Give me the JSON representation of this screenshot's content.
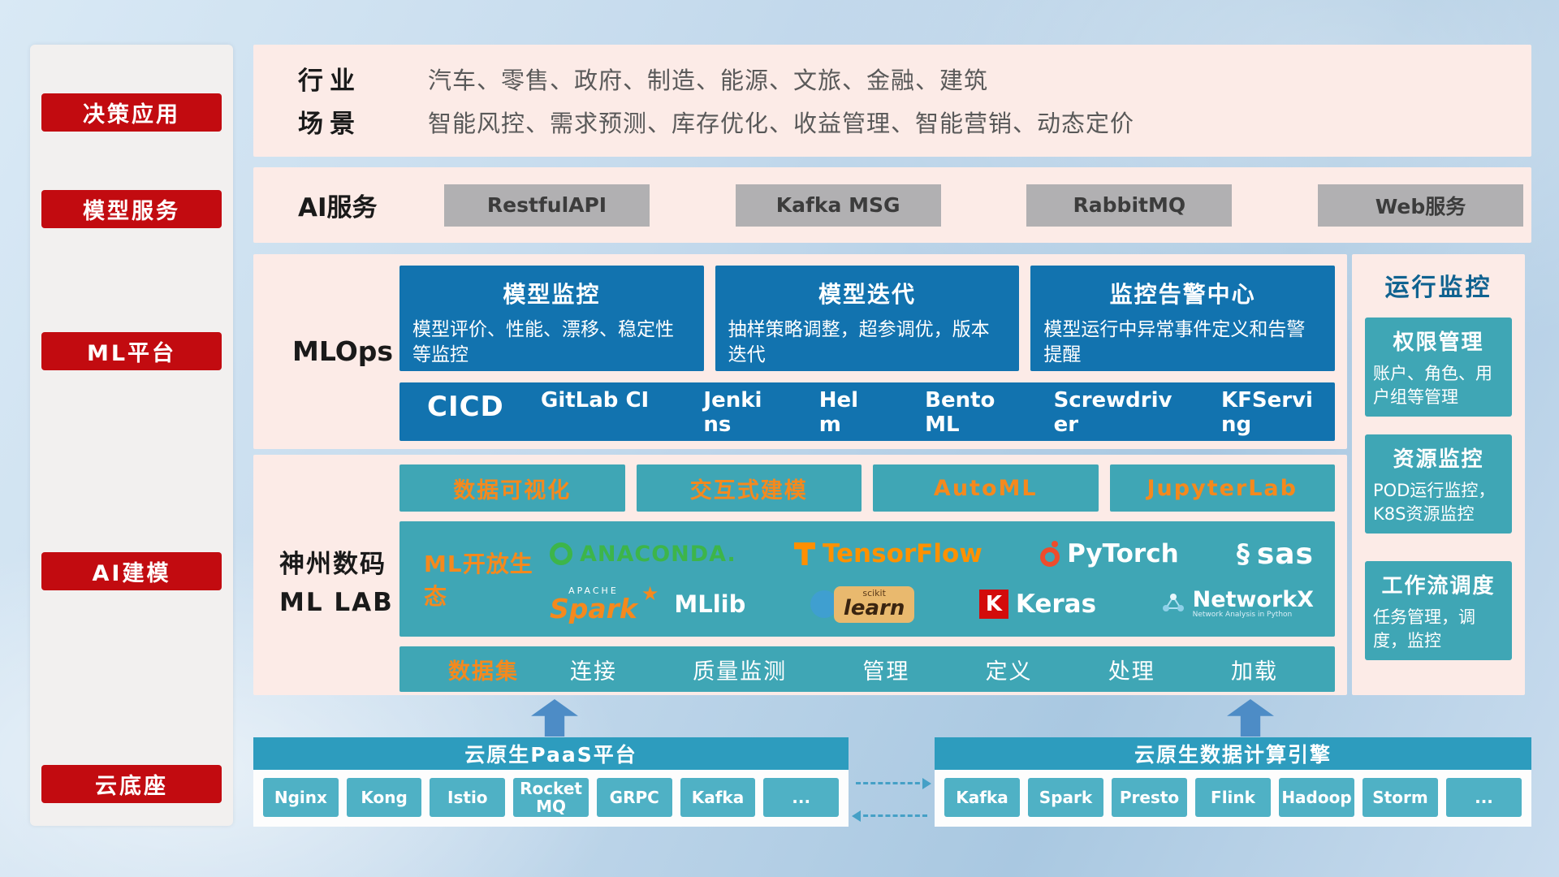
{
  "colors": {
    "sidebar_red": "#c20b10",
    "panel_pink": "#fcebe7",
    "card_blue": "#1273af",
    "teal": "#3fa6b5",
    "accent_orange": "#f5891d",
    "banner_teal": "#2d9cbe",
    "banner_button_teal": "#4fb1c5",
    "arrow_blue": "#4d8cc6"
  },
  "sidebar": {
    "items": [
      {
        "label": "决策应用"
      },
      {
        "label": "模型服务"
      },
      {
        "label": "ML平台"
      },
      {
        "label": "AI建模"
      },
      {
        "label": "云底座"
      }
    ]
  },
  "industry": {
    "rows": [
      {
        "label": "行业",
        "text": "汽车、零售、政府、制造、能源、文旅、金融、建筑"
      },
      {
        "label": "场景",
        "text": "智能风控、需求预测、库存优化、收益管理、智能营销、动态定价"
      }
    ]
  },
  "ai_service": {
    "label": "AI服务",
    "buttons": [
      "RestfulAPI",
      "Kafka MSG",
      "RabbitMQ",
      "Web服务"
    ]
  },
  "mlops": {
    "label": "MLOps",
    "cards": [
      {
        "title": "模型监控",
        "desc": "模型评价、性能、漂移、稳定性等监控"
      },
      {
        "title": "模型迭代",
        "desc": "抽样策略调整，超参调优，版本迭代"
      },
      {
        "title": "监控告警中心",
        "desc": "模型运行中异常事件定义和告警提醒"
      }
    ],
    "cicd": {
      "label": "CICD",
      "items": [
        "GitLab CI",
        "Jenkins",
        "Helm",
        "BentoML",
        "Screwdriver",
        "KFServing"
      ]
    }
  },
  "mllab": {
    "label_line1": "神州数码",
    "label_line2": "ML LAB",
    "tools": [
      "数据可视化",
      "交互式建模",
      "AutoML",
      "JupyterLab"
    ],
    "ecosystem": {
      "label": "ML开放生态",
      "anaconda": "ANACONDA.",
      "tensorflow": "TensorFlow",
      "pytorch": "PyTorch",
      "sas": "sas",
      "spark_small": "APACHE",
      "spark": "Spark",
      "mllib": "MLlib",
      "scikit_small": "scikit",
      "scikit": "learn",
      "keras_letter": "K",
      "keras": "Keras",
      "networkx": "NetworkX",
      "networkx_sub": "Network Analysis in Python"
    },
    "dataset": {
      "label": "数据集",
      "items": [
        "连接",
        "质量监测",
        "管理",
        "定义",
        "处理",
        "加载"
      ]
    }
  },
  "monitor": {
    "title": "运行监控",
    "cards": [
      {
        "title": "权限管理",
        "desc": "账户、角色、用户组等管理"
      },
      {
        "title": "资源监控",
        "desc": "POD运行监控，K8S资源监控"
      },
      {
        "title": "工作流调度",
        "desc": "任务管理，调度，监控"
      }
    ]
  },
  "bottom": {
    "paas": {
      "title": "云原生PaaS平台",
      "items": [
        "Nginx",
        "Kong",
        "Istio",
        "RocketMQ",
        "GRPC",
        "Kafka",
        "..."
      ]
    },
    "engine": {
      "title": "云原生数据计算引擎",
      "items": [
        "Kafka",
        "Spark",
        "Presto",
        "Flink",
        "Hadoop",
        "Storm",
        "..."
      ]
    }
  }
}
